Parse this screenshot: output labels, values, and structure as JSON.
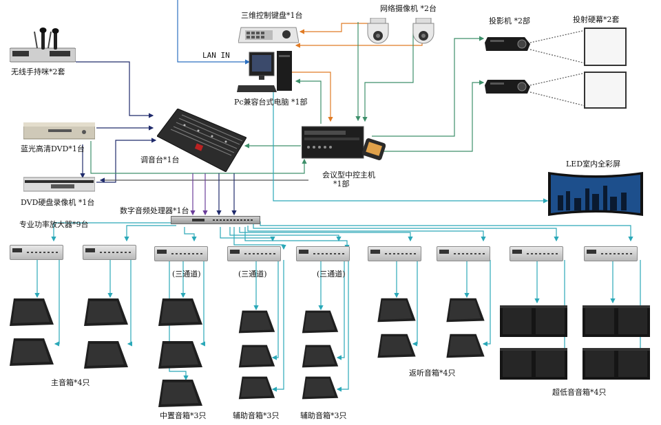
{
  "labels": {
    "wireless_mic": "无线手持咪*2套",
    "keyboard": "三维控制键盘*1台",
    "cameras": "网络摄像机 *2台",
    "projector": "投影机 *2部",
    "screen": "投射硬幕*2套",
    "lan": "LAN IN",
    "pc": "Pc兼容台式电脑 *1部",
    "bluray": "蓝光高清DVD*1台",
    "mixer": "调音台*1台",
    "controller": "会议型中控主机",
    "controller2": "*1部",
    "led": "LED室内全彩屏",
    "dvd_recorder": "DVD硬盘录像机 *1台",
    "dsp": "数字音频处理器*1台",
    "amplifiers": "专业功率放大器*9台",
    "three_channel": "(三通道)",
    "main_speakers": "主音箱*4只",
    "center_speakers": "中置音箱*3只",
    "aux_speakers_1": "辅助音箱*3只",
    "aux_speakers_2": "辅助音箱*3只",
    "monitor_speakers": "返听音箱*4只",
    "subwoofers": "超低音音箱*4只"
  },
  "colors": {
    "wire_navy": "#1f2a6b",
    "wire_teal": "#2aa8b8",
    "wire_green": "#3d8f6a",
    "wire_orange": "#e07b25",
    "wire_blue": "#2b6fc0",
    "wire_gray": "#555555",
    "wire_purple": "#6a3d9a"
  }
}
